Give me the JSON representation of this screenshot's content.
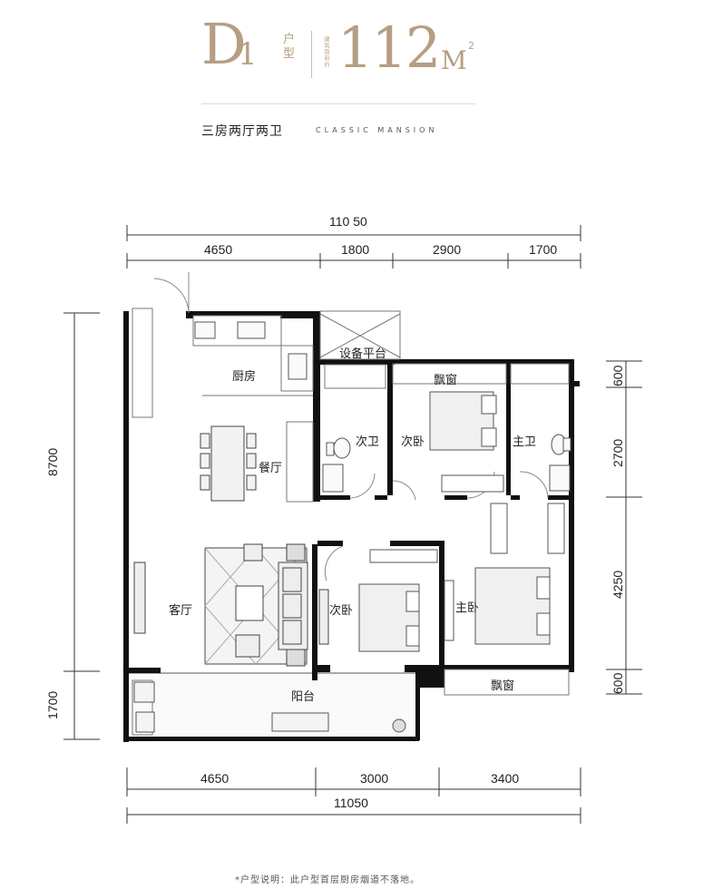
{
  "header": {
    "type_letter": "D",
    "type_digit": "1",
    "type_label_1": "户",
    "type_label_2": "型",
    "area_note": "建筑面积约",
    "area_value": "112",
    "area_unit": "M",
    "area_sup": "2",
    "layout_desc": "三房两厅两卫",
    "slogan": "CLASSIC MANSION"
  },
  "dimensions": {
    "top_total": "110 50",
    "top_segments": [
      "4650",
      "1800",
      "2900",
      "1700"
    ],
    "bottom_segments": [
      "4650",
      "3000",
      "3400"
    ],
    "bottom_total": "11050",
    "left_segments": [
      "8700",
      "1700"
    ],
    "right_segments": [
      "600",
      "2700",
      "4250",
      "600"
    ]
  },
  "rooms": {
    "kitchen": "厨房",
    "equipment": "设备平台",
    "bay1": "飘窗",
    "bath2": "次卫",
    "bed2a": "次卧",
    "bath1": "主卫",
    "dining": "餐厅",
    "living": "客厅",
    "bed2b": "次卧",
    "master": "主卧",
    "balcony": "阳台",
    "bay2": "飘窗"
  },
  "footnote": "*户型说明：此户型首层厨房烟道不落地。",
  "colors": {
    "accent": "#b69e80",
    "wall": "#111111",
    "line": "#888888"
  }
}
